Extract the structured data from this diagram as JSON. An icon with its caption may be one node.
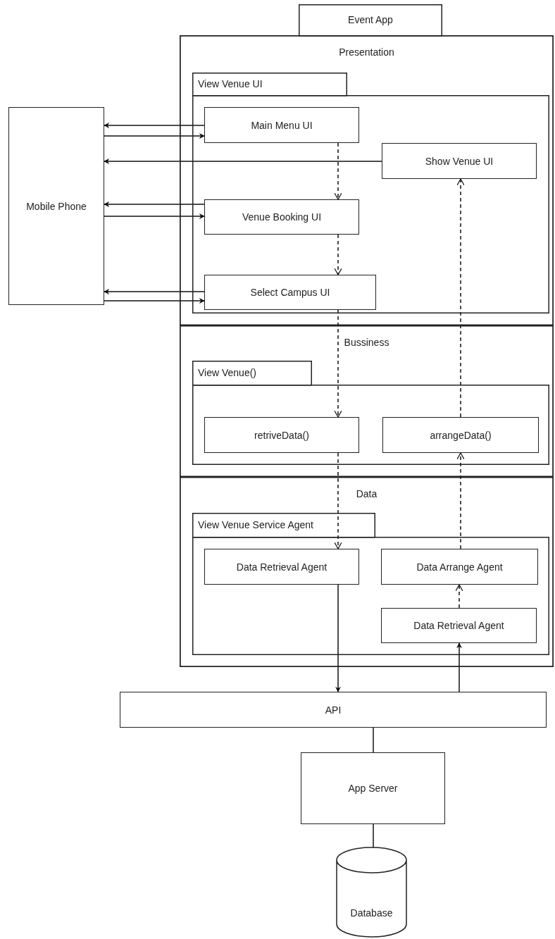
{
  "diagram": {
    "nodes": [
      {
        "text": [
          "Event App"
        ]
      },
      {
        "text": [
          "Presentation"
        ],
        "in": 0
      },
      {
        "text": [
          "View Venue UI"
        ],
        "in": 1
      },
      {
        "text": [
          "Main Menu UI"
        ],
        "in": 2
      },
      {
        "text": [
          "Show Venue UI"
        ],
        "in": 2
      },
      {
        "text": [
          "Venue Booking UI"
        ],
        "in": 2
      },
      {
        "text": [
          "Select Campus UI"
        ],
        "in": 2
      },
      {
        "text": [
          "Bussiness"
        ],
        "in": 0
      },
      {
        "text": [
          "View Venue()"
        ],
        "in": 7
      },
      {
        "text": [
          "retriveData()"
        ],
        "in": 8
      },
      {
        "text": [
          "arrangeData()"
        ],
        "in": 8
      },
      {
        "text": [
          "Data"
        ],
        "in": 0
      },
      {
        "text": [
          "View Venue Service Agent"
        ],
        "in": 11
      },
      {
        "text": [
          "Data Retrieval Agent"
        ],
        "in": 12
      },
      {
        "text": [
          "Data Arrange Agent"
        ],
        "in": 12
      },
      {
        "text": [
          "Data Retrieval Agent"
        ],
        "in": 12
      },
      {
        "text": [
          "Mobile Phone"
        ]
      },
      {
        "text": [
          "API"
        ]
      },
      {
        "text": [
          "App Server"
        ]
      },
      {
        "text": [
          "Database"
        ]
      }
    ],
    "edges": [
      {
        "from": 3,
        "to": 16,
        "arrow": "to"
      },
      {
        "from": 16,
        "to": 3,
        "arrow": "to"
      },
      {
        "from": 4,
        "to": 16,
        "arrow": "to"
      },
      {
        "from": 5,
        "to": 16,
        "arrow": "to"
      },
      {
        "from": 16,
        "to": 5,
        "arrow": "to"
      },
      {
        "from": 6,
        "to": 16,
        "arrow": "to"
      },
      {
        "from": 16,
        "to": 6,
        "arrow": "to"
      },
      {
        "from": 3,
        "to": 5,
        "arrow": "to",
        "style": "dashed"
      },
      {
        "from": 5,
        "to": 6,
        "arrow": "to",
        "style": "dashed"
      },
      {
        "from": 6,
        "to": 9,
        "arrow": "to",
        "style": "dashed"
      },
      {
        "from": 9,
        "to": 13,
        "arrow": "to",
        "style": "dashed"
      },
      {
        "from": 13,
        "to": 17,
        "arrow": "to"
      },
      {
        "from": 17,
        "to": 15,
        "arrow": "to"
      },
      {
        "from": 15,
        "to": 14,
        "arrow": "to",
        "style": "dashed"
      },
      {
        "from": 14,
        "to": 10,
        "arrow": "to",
        "style": "dashed"
      },
      {
        "from": 10,
        "to": 4,
        "arrow": "to",
        "style": "dashed"
      },
      {
        "from": 17,
        "to": 18,
        "arrow": "none"
      },
      {
        "from": 18,
        "to": 19,
        "arrow": "none"
      }
    ]
  }
}
